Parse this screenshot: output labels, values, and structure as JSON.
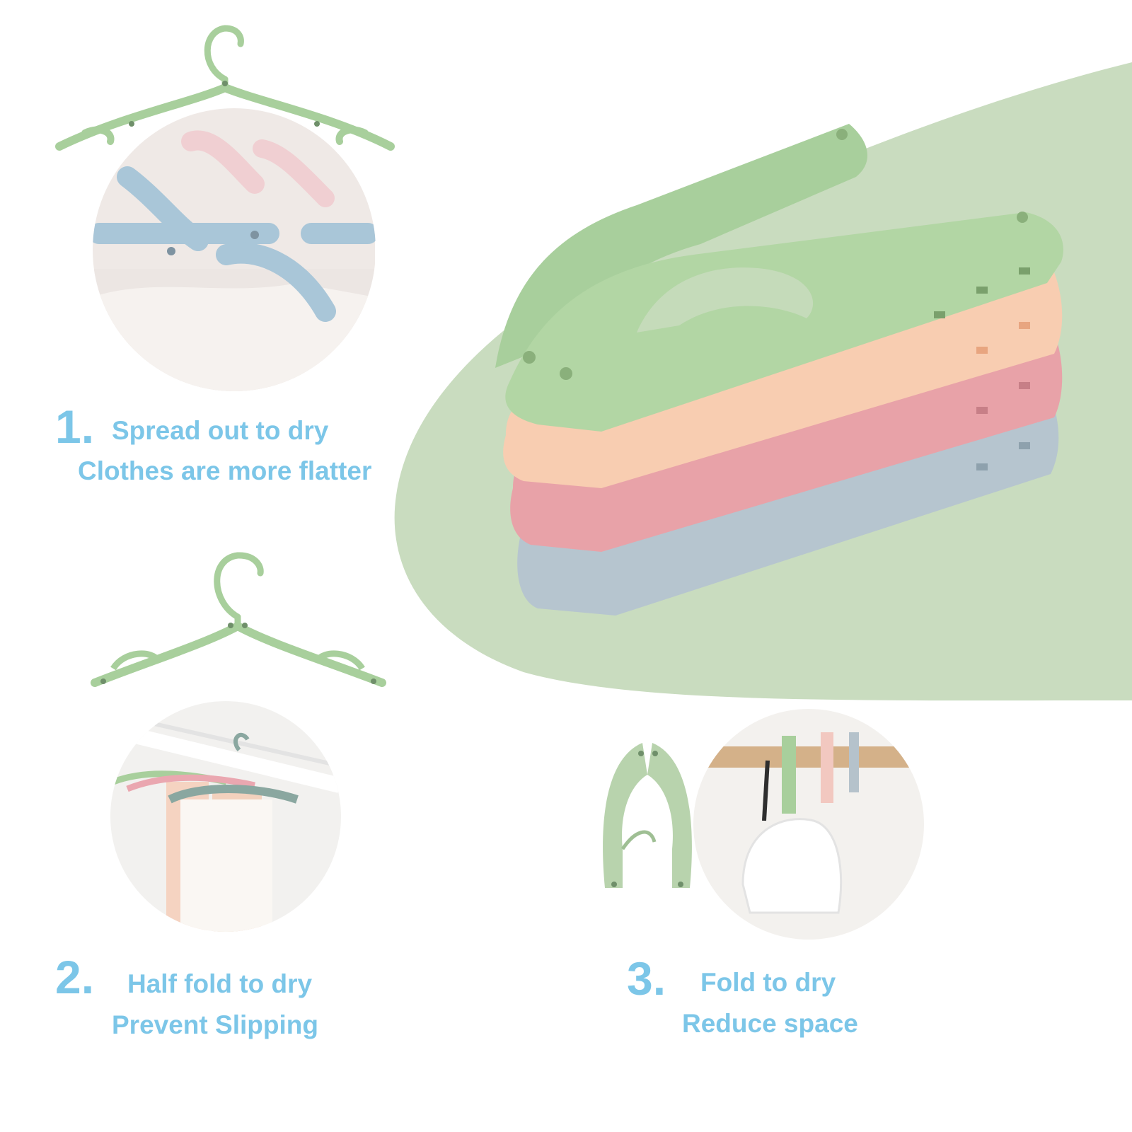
{
  "colors": {
    "accent_text": "#7cc6e8",
    "green_blob": "#c9dcbf",
    "hanger_green": "#a8cf9c",
    "hanger_peach": "#f8cdb1",
    "hanger_pink": "#e8a2a8",
    "hanger_gray": "#b6c5cf"
  },
  "steps": [
    {
      "number": "1.",
      "line1": "Spread out to dry",
      "line2": "Clothes are more flatter",
      "illustration": "spread-hanger-icon",
      "photo": "spread-hanger-photo"
    },
    {
      "number": "2.",
      "line1": "Half fold to dry",
      "line2": "Prevent Slipping",
      "illustration": "half-fold-hanger-icon",
      "photo": "half-fold-hanger-photo"
    },
    {
      "number": "3.",
      "line1": "Fold to dry",
      "line2": "Reduce space",
      "illustration": "folded-hanger-icon",
      "photo": "folded-hanger-photo"
    }
  ],
  "hero": {
    "illustration": "stacked-folded-hangers-image"
  }
}
